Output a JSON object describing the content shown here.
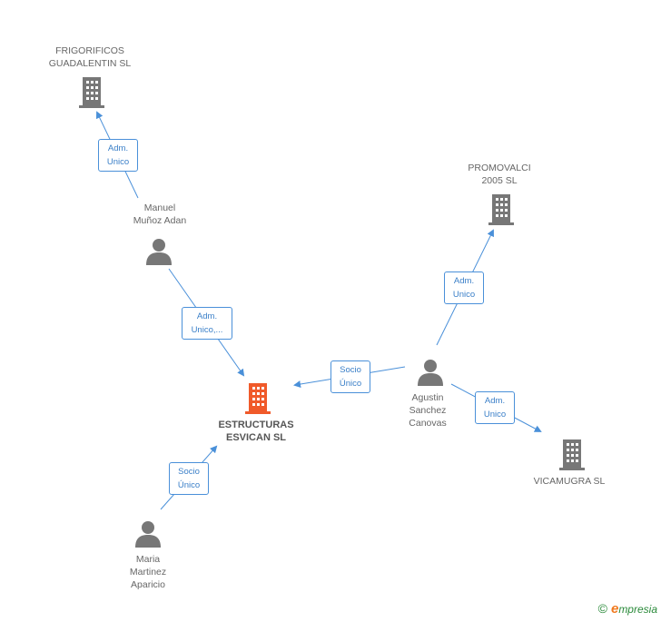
{
  "nodes": {
    "frigorificos": "FRIGORIFICOS\nGUADALENTIN SL",
    "promovalci": "PROMOVALCI\n2005 SL",
    "estructuras": "ESTRUCTURAS\nESVICAN SL",
    "vicamugra": "VICAMUGRA SL",
    "manuel": "Manuel\nMuñoz Adan",
    "agustin": "Agustin\nSanchez\nCanovas",
    "maria": "Maria\nMartinez\nAparicio"
  },
  "relations": {
    "manuel_frigorificos": "Adm.\nUnico",
    "manuel_estructuras": "Adm.\nUnico,...",
    "agustin_promovalci": "Adm.\nUnico",
    "agustin_estructuras": "Socio\nÚnico",
    "agustin_vicamugra": "Adm.\nUnico",
    "maria_estructuras": "Socio\nÚnico"
  },
  "footer": {
    "copyright": "©",
    "brand_e": "e",
    "brand_rest": "mpresia"
  },
  "colors": {
    "company": "#777777",
    "main_company": "#f05a2a",
    "person": "#777777",
    "link": "#4a90d9"
  }
}
